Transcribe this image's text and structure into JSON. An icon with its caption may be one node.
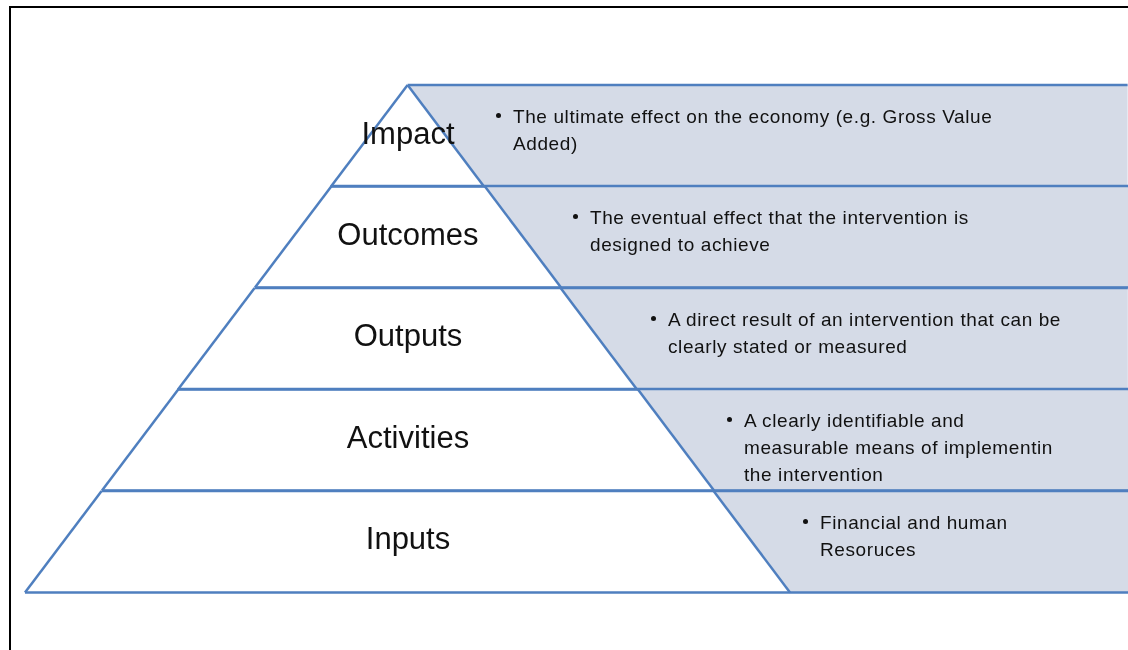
{
  "diagram": {
    "nodes": [
      {
        "text": [
          "Impact",
          "The ultimate effect on the economy (e.g. Gross Value Added)"
        ]
      },
      {
        "text": [
          "Outcomes",
          "The eventual effect that the intervention is designed to achieve"
        ]
      },
      {
        "text": [
          "Outputs",
          "A direct result of an intervention that can be clearly stated or measured"
        ]
      },
      {
        "text": [
          "Activities",
          "A clearly identifiable and measurable means of implementin the intervention"
        ]
      },
      {
        "text": [
          "Inputs",
          "Financial and human Resoruces"
        ]
      }
    ]
  }
}
